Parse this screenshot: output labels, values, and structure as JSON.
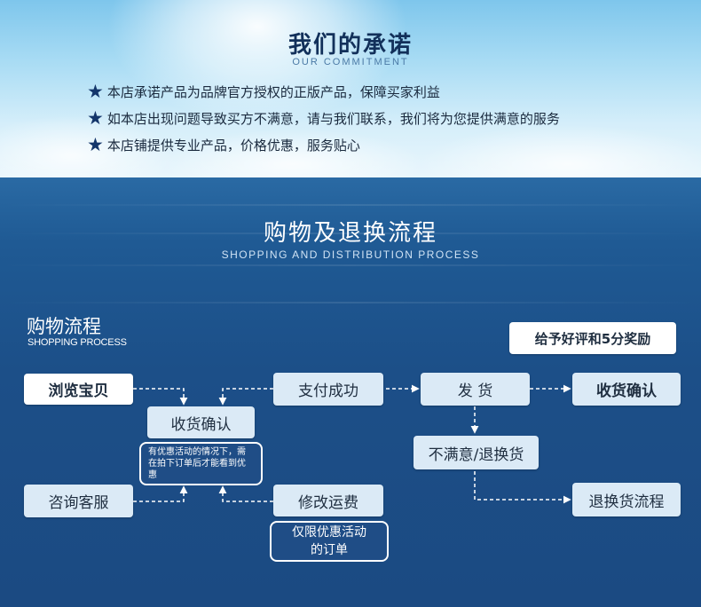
{
  "commitment": {
    "title": "我们的承诺",
    "subtitle": "OUR COMMITMENT",
    "items": [
      "本店承诺产品为品牌官方授权的正版产品，保障买家利益",
      "如本店出现问题导致买方不满意，请与我们联系，我们将为您提供满意的服务",
      "本店铺提供专业产品，价格优惠，服务贴心"
    ]
  },
  "process": {
    "title": "购物及退换流程",
    "subtitle": "SHOPPING AND DISTRIBUTION PROCESS",
    "section_title": "购物流程",
    "section_subtitle": "SHOPPING PROCESS",
    "steps": {
      "browse": "浏览宝贝",
      "consult": "咨询客服",
      "confirm_receipt_left": "收货确认",
      "payment_success": "支付成功",
      "modify_shipping": "修改运费",
      "ship": "发 货",
      "unsatisfied_return": "不满意/退换货",
      "confirm_receipt_right": "收货确认",
      "return_process": "退换货流程",
      "review_reward": "给予好评和5分奖励"
    },
    "notes": {
      "discount_note": "有优惠活动的情况下，需在拍下订单后才能看到优惠",
      "discount_only": "仅限优惠活动的订单"
    }
  },
  "colors": {
    "sky_top": "#7ec6ec",
    "ocean": "#1c4f88",
    "title_dark": "#12305a",
    "box_fill": "#dbeaf6",
    "note_fill": "#1f4d86"
  }
}
